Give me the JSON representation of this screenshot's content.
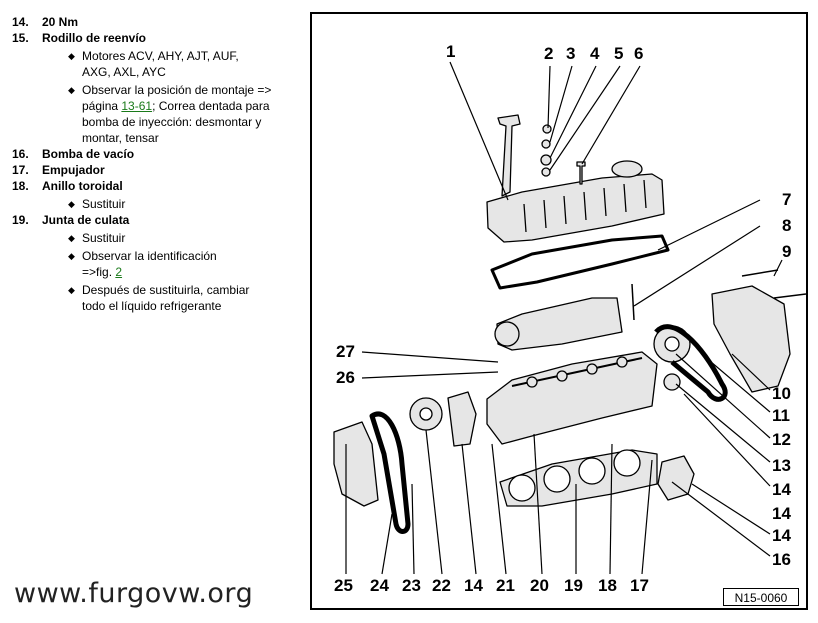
{
  "items": [
    {
      "number": "14.",
      "title": "20 Nm",
      "subs": []
    },
    {
      "number": "15.",
      "title": "Rodillo de reenvío",
      "subs": [
        {
          "lines": [
            "Motores ACV, AHY, AJT, AUF,",
            "AXG, AXL, AYC"
          ]
        },
        {
          "lines": [
            "Observar la posición de montaje =>",
            "página [13-61]; Correa dentada para",
            "bomba de inyección: desmontar y",
            "montar, tensar"
          ]
        }
      ]
    },
    {
      "number": "16.",
      "title": "Bomba de vacío",
      "subs": []
    },
    {
      "number": "17.",
      "title": "Empujador",
      "subs": []
    },
    {
      "number": "18.",
      "title": "Anillo toroidal",
      "subs": [
        {
          "lines": [
            "Sustituir"
          ]
        }
      ]
    },
    {
      "number": "19.",
      "title": "Junta de culata",
      "subs": [
        {
          "lines": [
            "Sustituir"
          ]
        },
        {
          "lines": [
            "Observar la identificación",
            "=>fig. [2]"
          ]
        },
        {
          "lines": [
            "Después de sustituirla, cambiar",
            "todo el líquido refrigerante"
          ]
        }
      ]
    }
  ],
  "bullet_char": "◆",
  "watermark": "www.furgovw.org",
  "figure_code": "N15-0060",
  "callouts": [
    "1",
    "2",
    "3",
    "4",
    "5",
    "6",
    "7",
    "8",
    "9",
    "10",
    "11",
    "12",
    "13",
    "14",
    "14",
    "14",
    "16",
    "27",
    "26",
    "25",
    "24",
    "23",
    "22",
    "14",
    "21",
    "20",
    "19",
    "18",
    "17"
  ],
  "colors": {
    "link": "#1a7a1a",
    "ink": "#000000",
    "part_fill": "#e6e6e6"
  }
}
